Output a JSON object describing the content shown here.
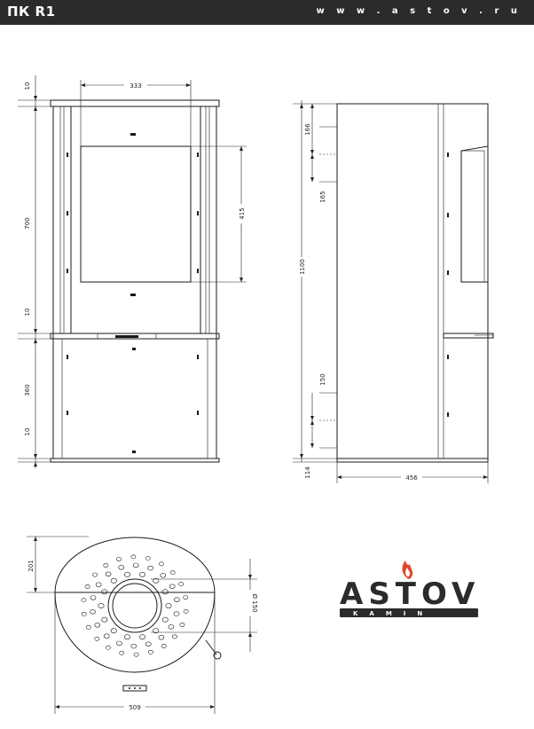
{
  "header": {
    "title": "ПК R1",
    "url": "w w w . a s t o v . r u",
    "bg_color": "#2b2b2b"
  },
  "front_view": {
    "dims": {
      "top_gap": "10",
      "width": "333",
      "door_height": "700",
      "mid_gap": "10",
      "lower_height": "360",
      "bottom_gap": "10",
      "glass_height": "415"
    }
  },
  "side_view": {
    "dims": {
      "upper_a": "166",
      "upper_b": "165",
      "total_height": "1100",
      "lower_a": "150",
      "base": "114",
      "depth": "456"
    }
  },
  "top_view": {
    "dims": {
      "front_offset": "201",
      "flue_diameter": "Ø 150",
      "width": "509"
    }
  },
  "logo": {
    "brand": "ASTOV",
    "sub": "KAMIN",
    "flame_color": "#e0452a"
  }
}
